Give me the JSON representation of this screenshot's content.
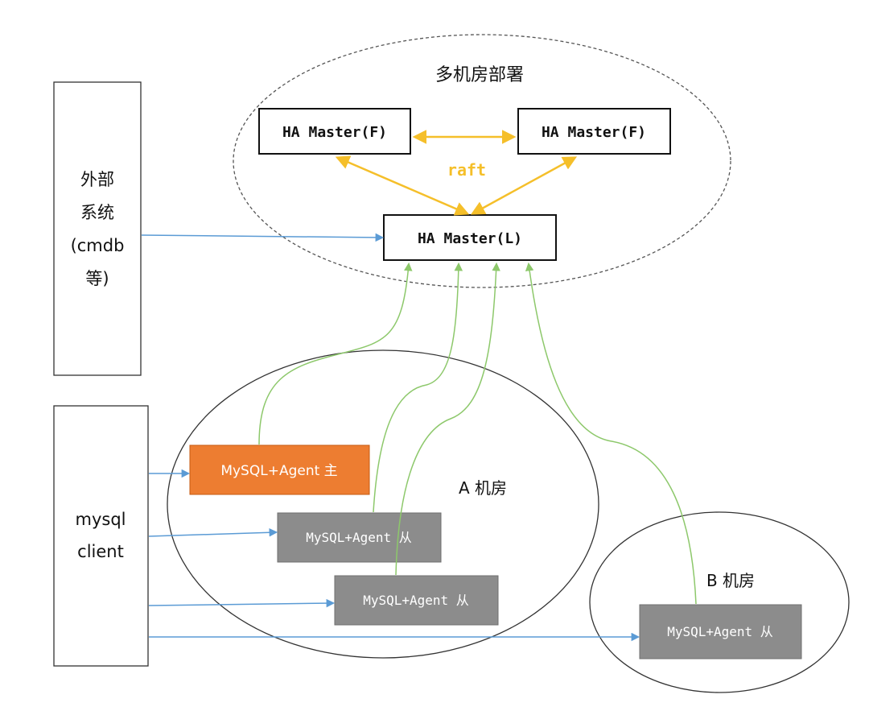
{
  "colors": {
    "leader_line": "#f5bf2a",
    "client_line": "#5b9bd5",
    "agent_line": "#8dc86b",
    "master_agent_fill": "#ed7d31",
    "slave_agent_fill": "#8c8c8c"
  },
  "regions": {
    "multi_dc": "多机房部署",
    "room_a": "A 机房",
    "room_b": "B 机房"
  },
  "masters": {
    "follower_left": "HA Master(F)",
    "follower_right": "HA Master(F)",
    "leader": "HA Master(L)",
    "protocol": "raft"
  },
  "external_system": {
    "lines": [
      "外部",
      "系统",
      "(cmdb",
      "等)"
    ]
  },
  "client": {
    "lines": [
      "mysql",
      "client"
    ]
  },
  "agents": {
    "master": "MySQL+Agent 主",
    "slave_a1": "MySQL+Agent 从",
    "slave_a2": "MySQL+Agent 从",
    "slave_b": "MySQL+Agent 从"
  }
}
